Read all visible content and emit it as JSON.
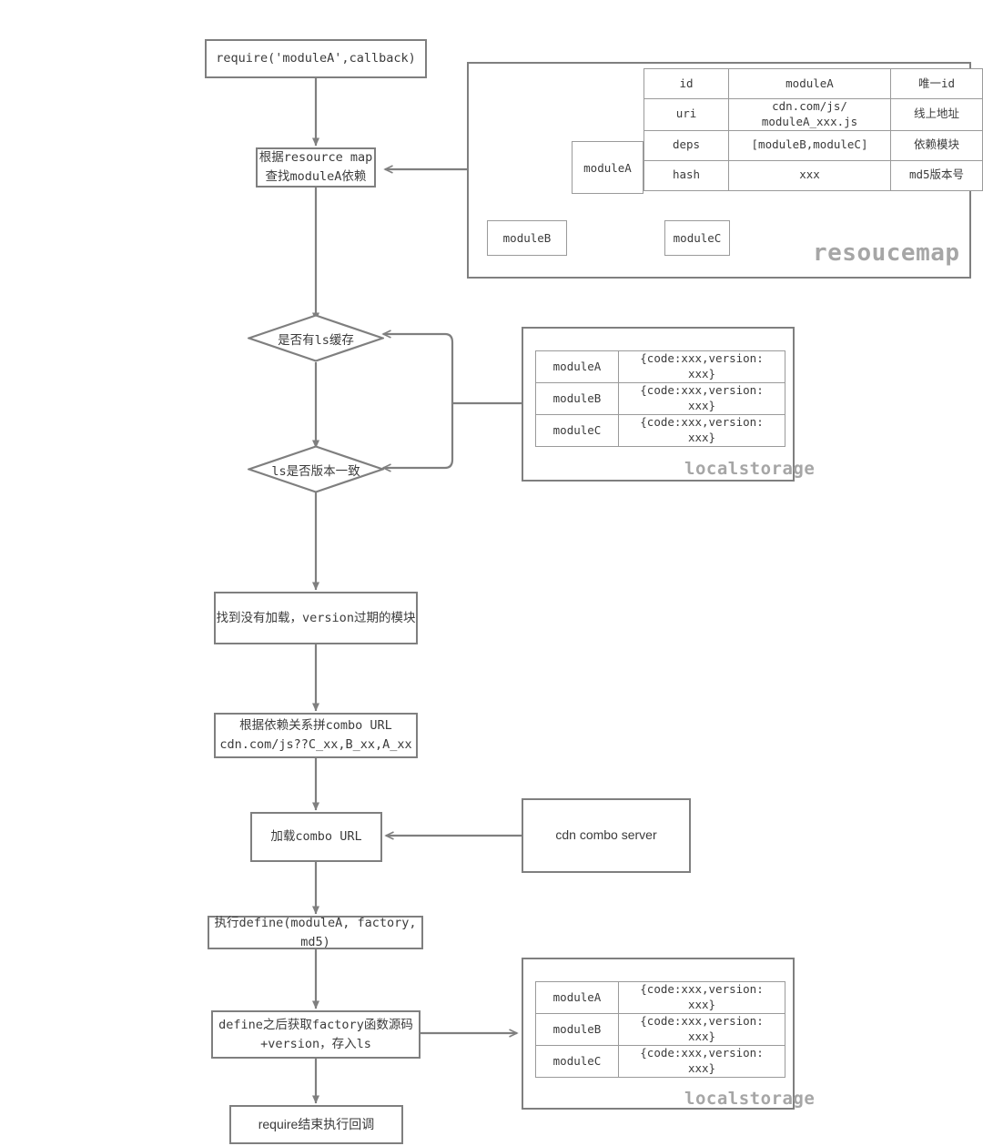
{
  "diagram": {
    "title": "require flow with resourcemap and localstorage",
    "colors": {
      "stroke": "#7f7f7f",
      "text": "#3b3b3b",
      "panel_label": "#a6a6a6",
      "table_border": "#9a9a9a",
      "background": "#ffffff"
    }
  },
  "flow": {
    "start": "require('moduleA',callback)",
    "lookup": "根据resource map\n查找moduleA依赖",
    "decision_cache": "是否有ls缓存",
    "decision_version": "ls是否版本一致",
    "find_stale": "找到没有加载，version过期的模块",
    "build_combo": "根据依赖关系拼combo URL\ncdn.com/js??C_xx,B_xx,A_xx",
    "load_combo": "加载combo URL",
    "exec_define": "执行define(moduleA, factory, md5)",
    "store_ls": "define之后获取factory函数源码\n+version，存入ls",
    "finish": "require结束执行回调",
    "cdn_server": "cdn combo server"
  },
  "resourcemap": {
    "label": "resoucemap",
    "module_box": "moduleA",
    "rows": [
      {
        "key": "id",
        "value": "moduleA",
        "note": "唯一id"
      },
      {
        "key": "uri",
        "value": "cdn.com/js/\nmoduleA_xxx.js",
        "note": "线上地址"
      },
      {
        "key": "deps",
        "value": "[moduleB,moduleC]",
        "note": "依赖模块"
      },
      {
        "key": "hash",
        "value": "xxx",
        "note": "md5版本号"
      }
    ],
    "children": [
      "moduleB",
      "moduleC"
    ]
  },
  "localstorage_top": {
    "label": "localstorage",
    "rows": [
      {
        "key": "moduleA",
        "value": "{code:xxx,version: xxx}"
      },
      {
        "key": "moduleB",
        "value": "{code:xxx,version: xxx}"
      },
      {
        "key": "moduleC",
        "value": "{code:xxx,version: xxx}"
      }
    ]
  },
  "localstorage_bottom": {
    "label": "localstorage",
    "rows": [
      {
        "key": "moduleA",
        "value": "{code:xxx,version: xxx}"
      },
      {
        "key": "moduleB",
        "value": "{code:xxx,version: xxx}"
      },
      {
        "key": "moduleC",
        "value": "{code:xxx,version: xxx}"
      }
    ]
  }
}
